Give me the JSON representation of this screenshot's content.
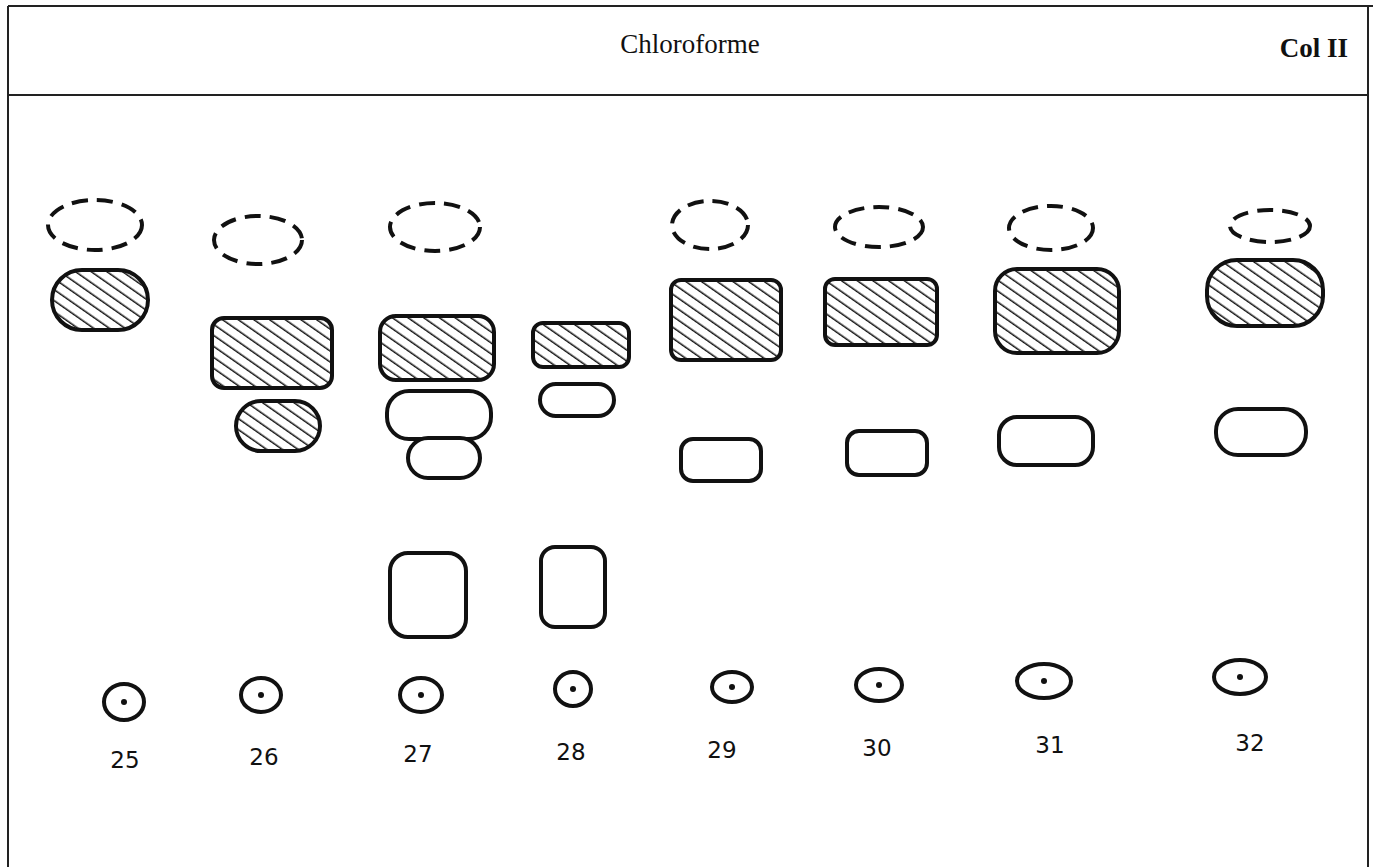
{
  "diagram": {
    "title": "Chloroforme",
    "labels": [
      "Col II",
      "25",
      "26",
      "27",
      "28",
      "29",
      "30",
      "31",
      "32"
    ]
  }
}
